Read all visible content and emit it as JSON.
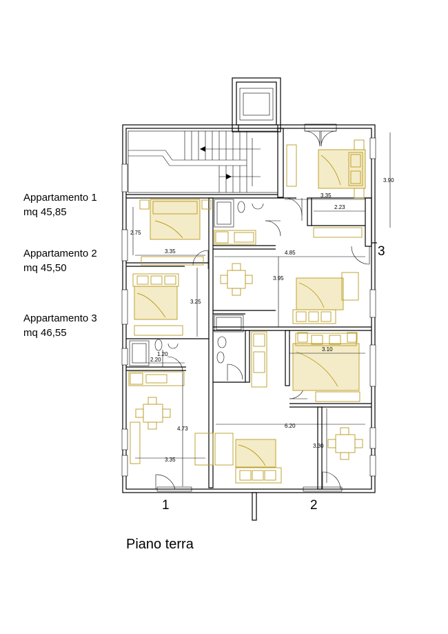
{
  "apartments": [
    {
      "name": "Appartamento 1",
      "area": "mq 45,85"
    },
    {
      "name": "Appartamento 2",
      "area": "mq 45,50"
    },
    {
      "name": "Appartamento 3",
      "area": "mq 46,55"
    }
  ],
  "title": "Piano terra",
  "entrances": [
    "1",
    "2",
    "3"
  ],
  "dimensions": [
    "3.90",
    "3.35",
    "2.23",
    "2.75",
    "3.35",
    "4.85",
    "3.95",
    "3.25",
    "1.20",
    "2.20",
    "3.10",
    "4.73",
    "6.20",
    "3.30",
    "3.35"
  ],
  "colors": {
    "walls": "#000000",
    "furniture": "#b99a1e",
    "furniture_fill": "#f4ecc8"
  }
}
